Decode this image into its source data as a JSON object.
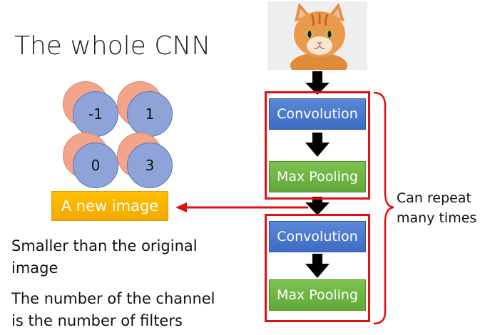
{
  "title": "The whole CNN",
  "filters": [
    {
      "value": "-1"
    },
    {
      "value": "1"
    },
    {
      "value": "0"
    },
    {
      "value": "3"
    }
  ],
  "new_image_label": "A new image",
  "notes": [
    {
      "line1": "Smaller than the original",
      "line2": "image"
    },
    {
      "line1": "The number of the channel",
      "line2": "is the number of filters"
    }
  ],
  "stages": [
    {
      "conv": "Convolution",
      "pool": "Max Pooling"
    },
    {
      "conv": "Convolution",
      "pool": "Max Pooling"
    }
  ],
  "repeat_note": {
    "line1": "Can repeat",
    "line2": "many times"
  },
  "colors": {
    "conv_blue": "#3c6cc4",
    "pool_green": "#62a83a",
    "frame_red": "#e01010",
    "new_image_orange": "#ffc000",
    "circle_front": "#8ea4d8",
    "circle_back": "#f2a58a"
  },
  "icons": [
    "cat-photo",
    "down-arrow",
    "left-arrow",
    "curly-brace"
  ]
}
